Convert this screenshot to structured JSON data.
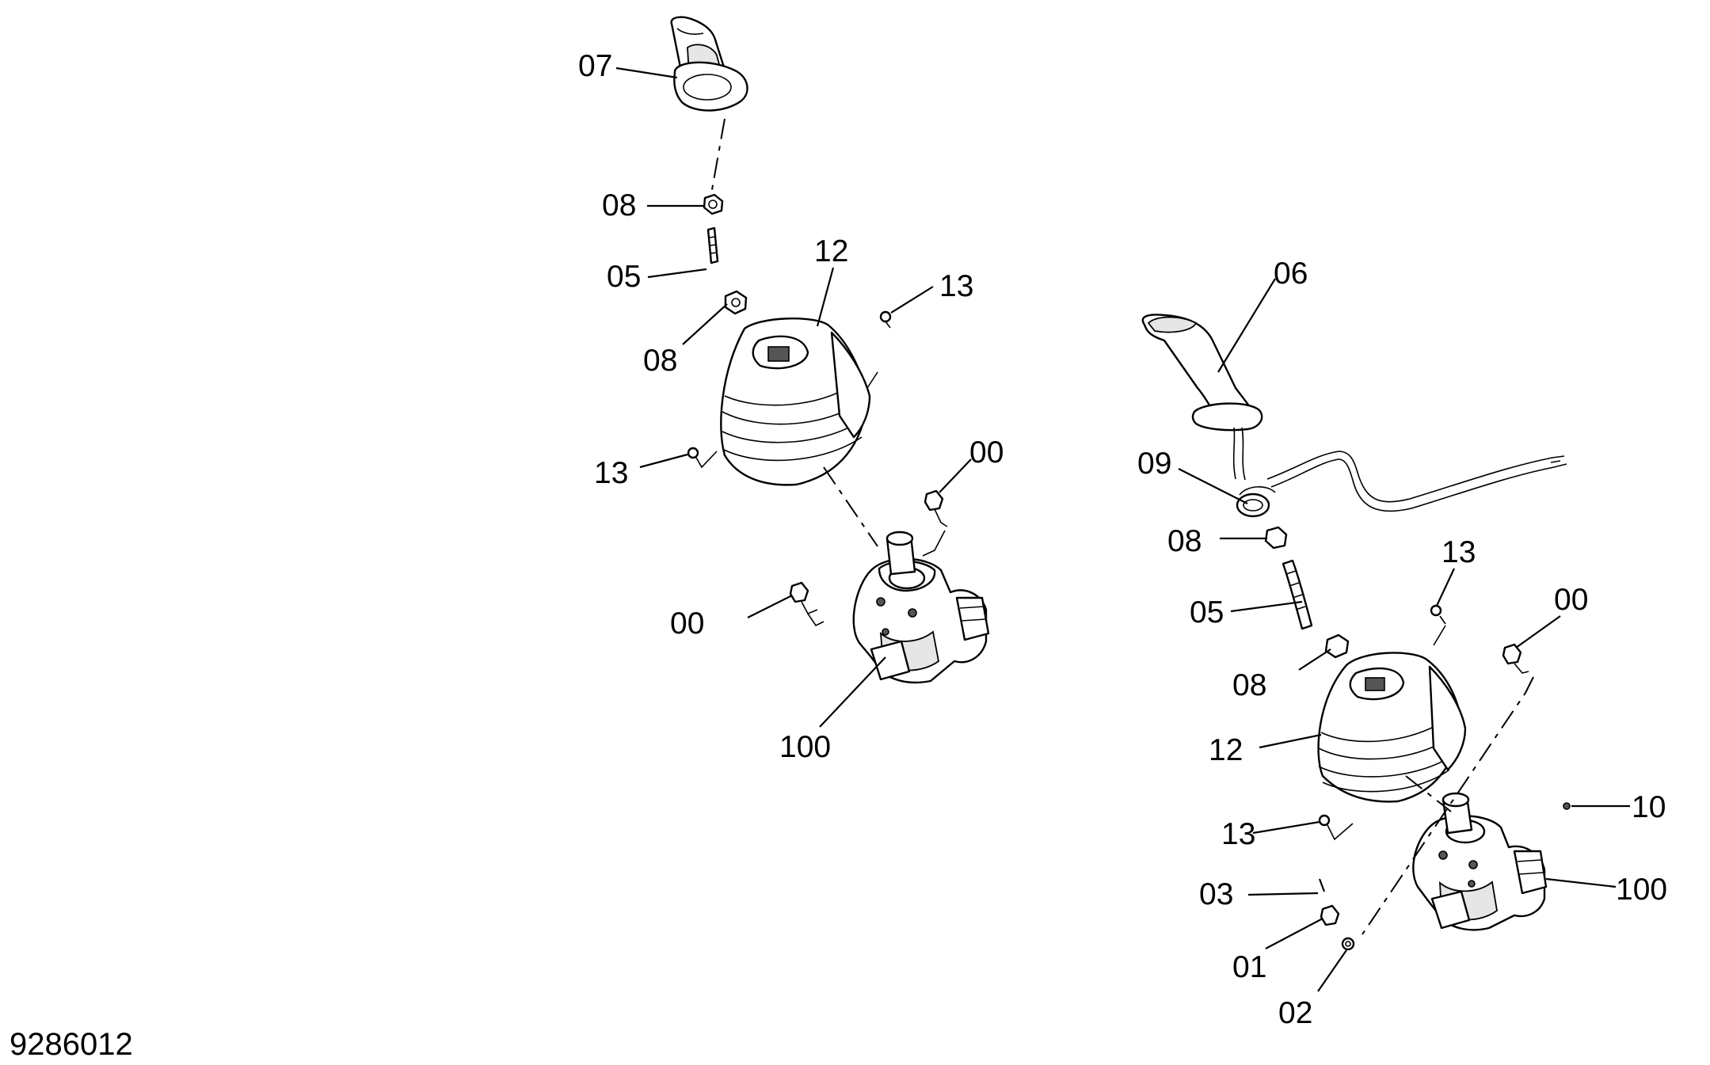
{
  "drawing_number": "9286012",
  "left_assembly": {
    "labels": {
      "grip": "07",
      "nut_upper": "08",
      "stud": "05",
      "nut_lower": "08",
      "boot": "12",
      "clip_upper": "13",
      "clip_lower": "13",
      "screw_right": "00",
      "screw_left": "00",
      "valve": "100"
    }
  },
  "right_assembly": {
    "labels": {
      "grip": "06",
      "cable_ring": "09",
      "nut_upper": "08",
      "stud": "05",
      "nut_lower": "08",
      "boot": "12",
      "clip_upper": "13",
      "clip_lower": "13",
      "screw": "00",
      "plug": "10",
      "valve": "100",
      "pin": "03",
      "bolt": "01",
      "washer": "02"
    }
  },
  "icons": {
    "grip_left": "joystick-grip-icon",
    "grip_right": "joystick-grip-with-cable-icon",
    "boot": "rubber-boot-icon",
    "valve": "pilot-valve-icon",
    "nut": "hex-nut-icon",
    "screw": "screw-icon",
    "clip": "clip-icon"
  }
}
